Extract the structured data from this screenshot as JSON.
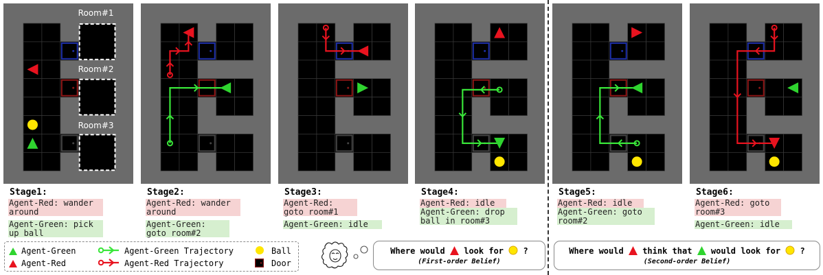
{
  "rooms": [
    "Room#1",
    "Room#2",
    "Room#3"
  ],
  "stages": [
    {
      "title": "Stage1:",
      "red": "Agent-Red: wander around",
      "green": "Agent-Green: pick up ball"
    },
    {
      "title": "Stage2:",
      "red": "Agent-Red: wander around",
      "green": "Agent-Green: goto room#2"
    },
    {
      "title": "Stage3:",
      "red": "Agent-Red: goto room#1",
      "green": "Agent-Green: idle"
    },
    {
      "title": "Stage4:",
      "red": "Agent-Red: idle",
      "green": "Agent-Green: drop ball in room#3"
    },
    {
      "title": "Stage5:",
      "red": "Agent-Red: idle",
      "green": "Agent-Green: goto room#2"
    },
    {
      "title": "Stage6:",
      "red": "Agent-Red: goto room#3",
      "green": "Agent-Green: idle"
    }
  ],
  "legend": {
    "agent_green": "Agent-Green",
    "agent_red": "Agent-Red",
    "green_traj": "Agent-Green Trajectory",
    "red_traj": "Agent-Red Trajectory",
    "ball": "Ball",
    "door": "Door"
  },
  "questions": {
    "first_pre": "Where would",
    "first_mid": "look for",
    "first_post": "?",
    "first_sub": "(First-order Belief)",
    "second_pre": "Where would",
    "second_mid1": "think that",
    "second_mid2": "would look for",
    "second_post": "?",
    "second_sub": "(Second-order Belief)"
  },
  "colors": {
    "red": "#e8131f",
    "green": "#2fd42f",
    "green_traj": "#39e639",
    "ball": "#ffe600",
    "door_blue": "#1d2fa8",
    "door_red": "#8e1616",
    "door_dark": "#444444",
    "grid_bg": "#6b6b6b"
  }
}
